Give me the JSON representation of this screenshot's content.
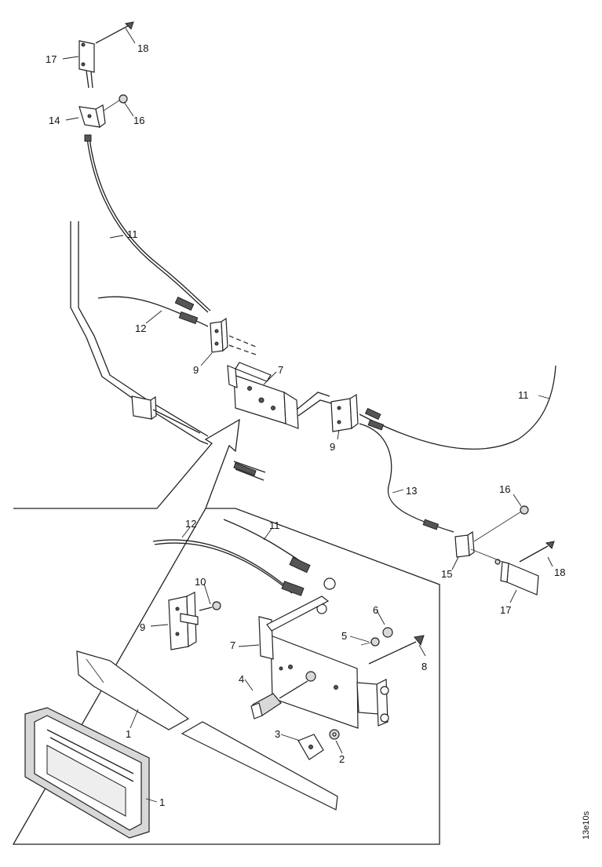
{
  "diagram": {
    "callouts": [
      {
        "id": "c17a",
        "text": "17"
      },
      {
        "id": "c18a",
        "text": "18"
      },
      {
        "id": "c14",
        "text": "14"
      },
      {
        "id": "c16a",
        "text": "16"
      },
      {
        "id": "c11a",
        "text": "11"
      },
      {
        "id": "c12a",
        "text": "12"
      },
      {
        "id": "c9a",
        "text": "9"
      },
      {
        "id": "c7a",
        "text": "7"
      },
      {
        "id": "c9b",
        "text": "9"
      },
      {
        "id": "c11b",
        "text": "11"
      },
      {
        "id": "c13",
        "text": "13"
      },
      {
        "id": "c16b",
        "text": "16"
      },
      {
        "id": "c15",
        "text": "15"
      },
      {
        "id": "c18b",
        "text": "18"
      },
      {
        "id": "c17b",
        "text": "17"
      },
      {
        "id": "c12b",
        "text": "12"
      },
      {
        "id": "c11c",
        "text": "11"
      },
      {
        "id": "c10",
        "text": "10"
      },
      {
        "id": "c9c",
        "text": "9"
      },
      {
        "id": "c6",
        "text": "6"
      },
      {
        "id": "c5",
        "text": "5"
      },
      {
        "id": "c7b",
        "text": "7"
      },
      {
        "id": "c8",
        "text": "8"
      },
      {
        "id": "c4",
        "text": "4"
      },
      {
        "id": "c1a",
        "text": "1"
      },
      {
        "id": "c3",
        "text": "3"
      },
      {
        "id": "c2",
        "text": "2"
      },
      {
        "id": "c1b",
        "text": "1"
      }
    ],
    "figure_code": "13e10s"
  }
}
